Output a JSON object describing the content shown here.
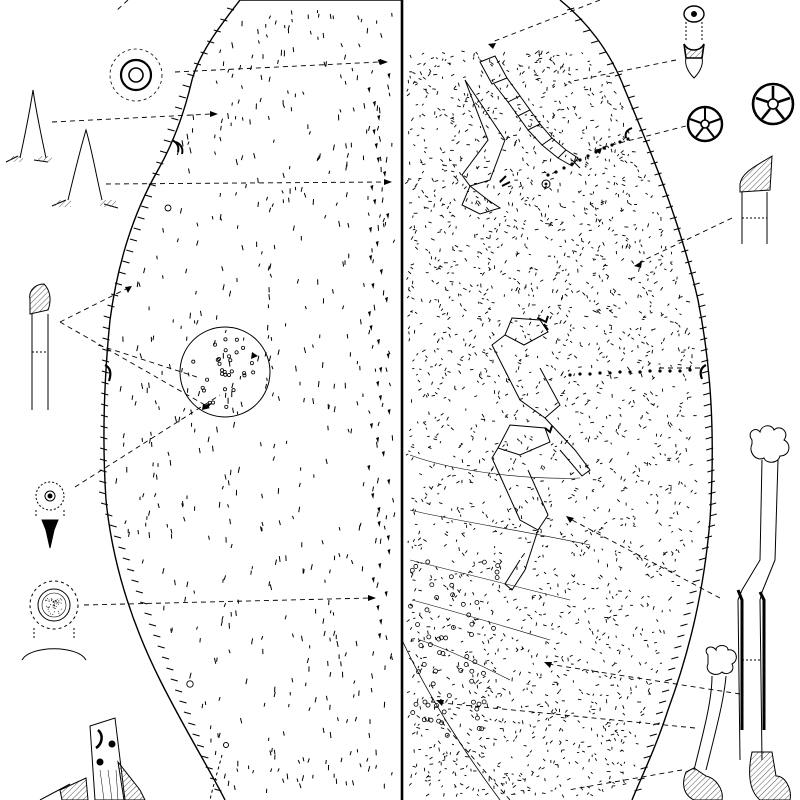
{
  "figure": {
    "subject": "scale-insect-morphology-plate",
    "style": "black-ink-line-drawing",
    "colors": {
      "ink": "#000000",
      "paper": "#ffffff",
      "hatch": "#555555"
    },
    "halves": [
      "dorsal",
      "ventral"
    ],
    "detail_insets_left": [
      "microduct",
      "conical-setae-pair",
      "tubular-duct",
      "spine-with-pore",
      "multilocular-disc-pore",
      "anal-ring"
    ],
    "detail_insets_right": [
      "spiracular-pore",
      "quinquelocular-pore",
      "dorsal-duct",
      "long-stalked-tubular-duct",
      "short-stalked-tubular-duct"
    ],
    "text_labels": []
  }
}
